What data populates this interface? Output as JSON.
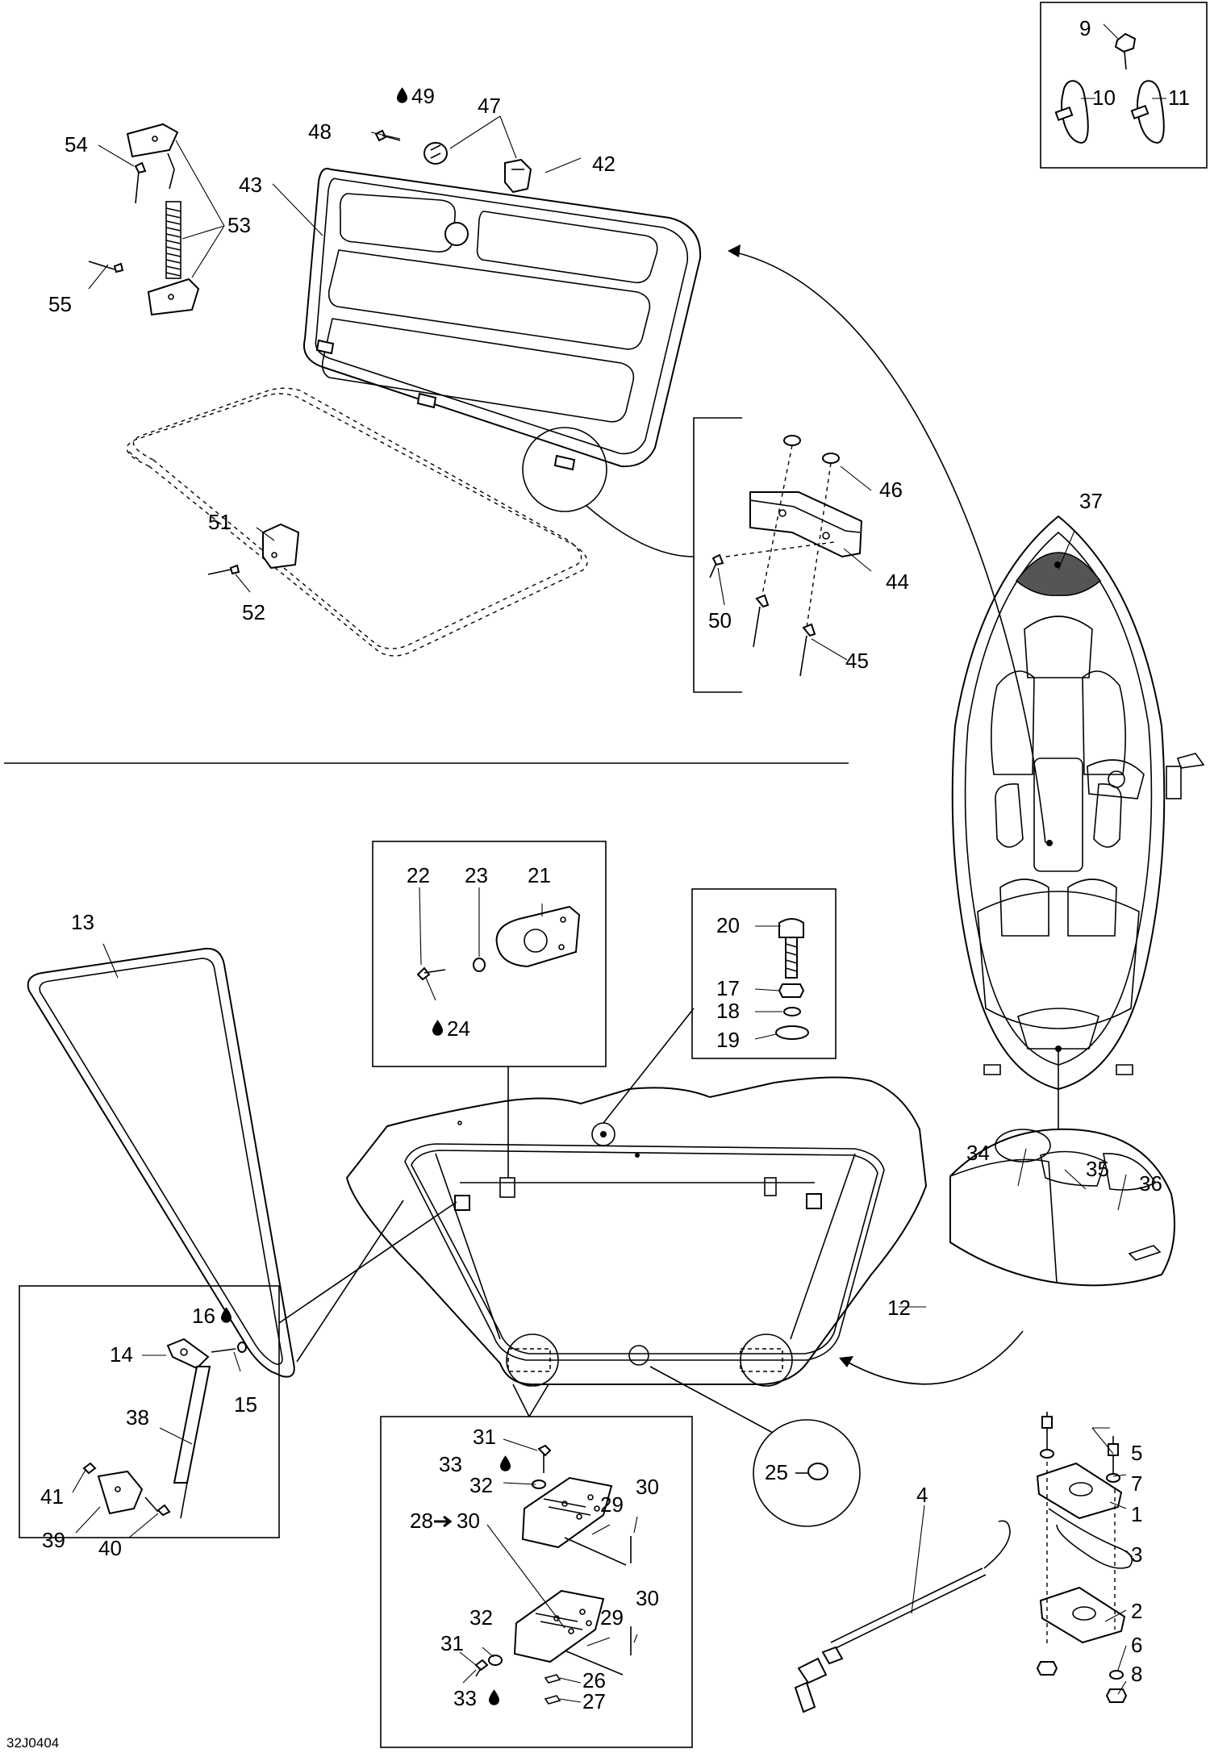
{
  "diagram": {
    "code": "32J0404",
    "drop_symbol": "drop-icon",
    "arrow_symbol": "arrow-right-icon",
    "labels": {
      "p1": "1",
      "p2": "2",
      "p3": "3",
      "p4": "4",
      "p5": "5",
      "p6": "6",
      "p7": "7",
      "p8": "8",
      "p9": "9",
      "p10": "10",
      "p11": "11",
      "p12": "12",
      "p13": "13",
      "p14": "14",
      "p15": "15",
      "p16": "16",
      "p17": "17",
      "p18": "18",
      "p19": "19",
      "p20": "20",
      "p21": "21",
      "p22": "22",
      "p23": "23",
      "p24": "24",
      "p25": "25",
      "p26": "26",
      "p27": "27",
      "p28": "28",
      "p28_to": "30",
      "p29a": "29",
      "p29b": "29",
      "p30a": "30",
      "p30b": "30",
      "p30c": "30",
      "p31a": "31",
      "p31b": "31",
      "p32a": "32",
      "p32b": "32",
      "p33a": "33",
      "p33b": "33",
      "p34": "34",
      "p35": "35",
      "p36": "36",
      "p37": "37",
      "p38": "38",
      "p39": "39",
      "p40": "40",
      "p41": "41",
      "p42": "42",
      "p43": "43",
      "p44": "44",
      "p45": "45",
      "p46": "46",
      "p47": "47",
      "p48": "48",
      "p49": "49",
      "p50": "50",
      "p51": "51",
      "p52": "52",
      "p53": "53",
      "p54": "54",
      "p55": "55"
    }
  }
}
